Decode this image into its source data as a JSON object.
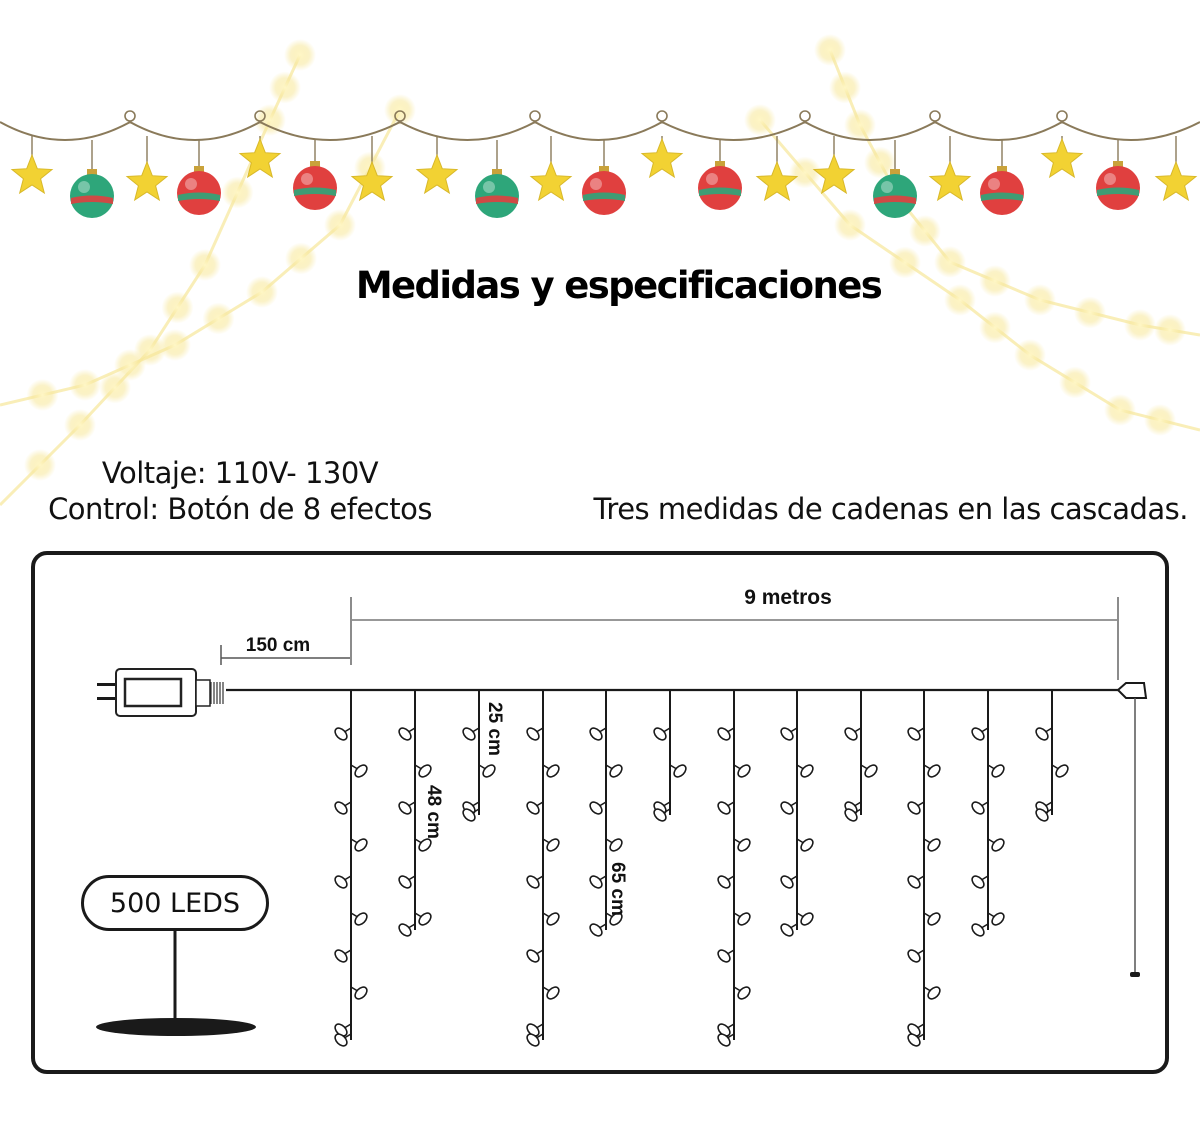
{
  "title": "Medidas y especificaciones",
  "specs": {
    "voltage": "Voltaje: 110V- 130V",
    "control": "Control: Botón de 8 efectos",
    "strands": "Tres medidas de cadenas en las cascadas."
  },
  "dimensions": {
    "total_length": "9 metros",
    "lead_cable": "150 cm",
    "short_strand": "25 cm",
    "medium_strand": "48 cm",
    "long_strand": "65 cm"
  },
  "badge": "500 LEDS",
  "colors": {
    "star": "#f2d233",
    "ornament_red": "#e0403f",
    "ornament_green": "#2ea67a",
    "glow": "#f7e79a",
    "line": "#1a1a1a"
  },
  "icons": [
    "star-icon",
    "ornament-icon",
    "plug-icon",
    "controller-icon",
    "led-bulb-icon",
    "end-cap-icon"
  ]
}
